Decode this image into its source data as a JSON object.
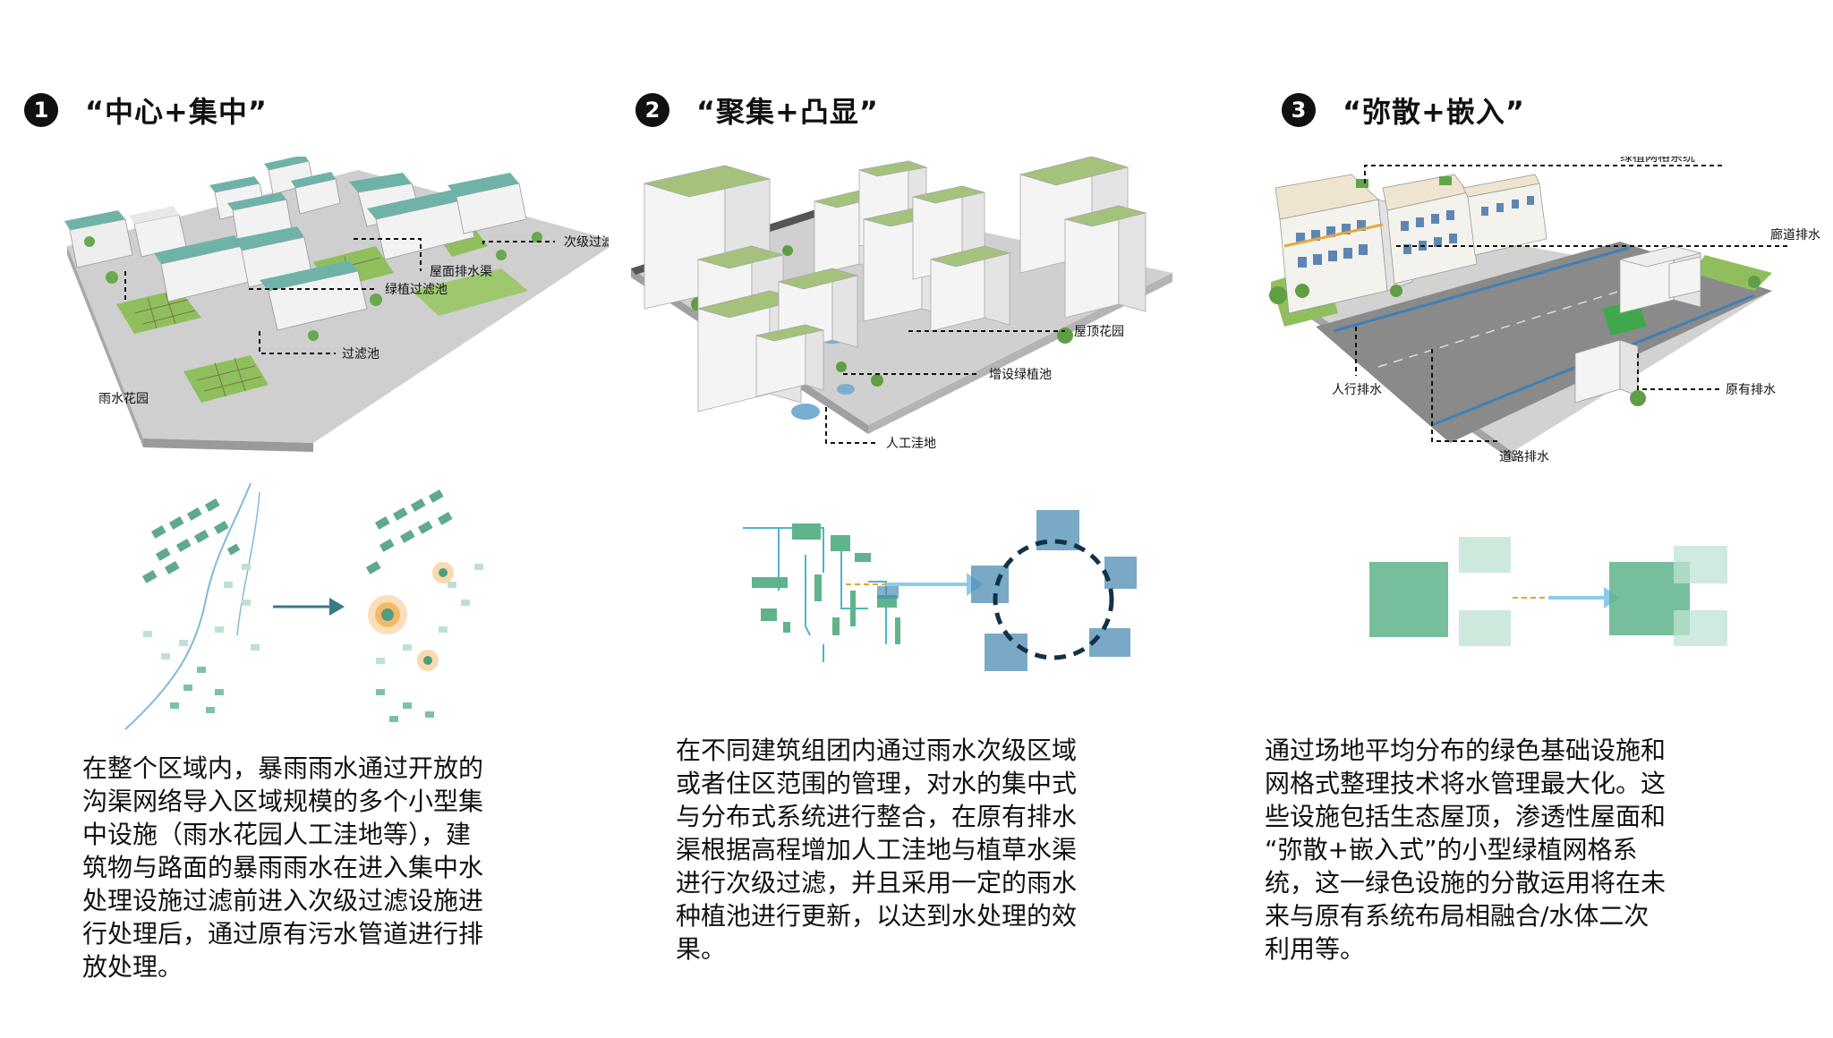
{
  "panels": [
    {
      "number": "1",
      "title": "“中心+集中”",
      "labels": {
        "secondary_filter": "次级过滤",
        "roof_drain": "屋面排水渠",
        "green_filter_pool": "绿植过滤池",
        "rain_garden": "雨水花园",
        "filter_pool": "过滤池"
      },
      "paragraph": [
        "在整个区域内，暴雨雨水通过开放的",
        "沟渠网络导入区域规模的多个小型集",
        "中设施（雨水花园人工洼地等），建",
        "筑物与路面的暴雨雨水在进入集中水",
        "处理设施过滤前进入次级过滤设施进",
        "行处理后，通过原有污水管道进行排",
        "放处理。"
      ]
    },
    {
      "number": "2",
      "title": "“聚集+凸显”",
      "labels": {
        "roof_garden": "屋顶花园",
        "added_planter": "增设绿植池",
        "artificial_depression": "人工洼地"
      },
      "paragraph": [
        "在不同建筑组团内通过雨水次级区域",
        "或者住区范围的管理，对水的集中式",
        "与分布式系统进行整合，在原有排水",
        "渠根据高程增加人工洼地与植草水渠",
        "进行次级过滤，并且采用一定的雨水",
        "种植池进行更新，以达到水处理的效",
        "果。"
      ]
    },
    {
      "number": "3",
      "title": "“弥散+嵌入”",
      "labels": {
        "green_grid_system": "绿植网格系统",
        "corridor_drain": "廊道排水",
        "sidewalk_drain": "人行排水",
        "existing_drain": "原有排水",
        "road_drain": "道路排水"
      },
      "paragraph": [
        "通过场地平均分布的绿色基础设施和",
        "网格式整理技术将水管理最大化。这",
        "些设施包括生态屋顶，渗透性屋面和",
        "“弥散+嵌入式”的小型绿植网格系",
        "统，这一绿色设施的分散运用将在未",
        "来与原有系统布局相融合/水体二次",
        "利用等。"
      ]
    }
  ],
  "colors": {
    "green_roof": "#a4c27c",
    "teal_roof": "#6fb3a8",
    "water_blue": "#7aaed0",
    "ground": "#c9c9c9",
    "grass": "#8fbf5c",
    "road": "#8a8a8a",
    "diagram_green": "#5fb48b",
    "diagram_blue": "#4d8db5",
    "orange": "#f0a030"
  }
}
